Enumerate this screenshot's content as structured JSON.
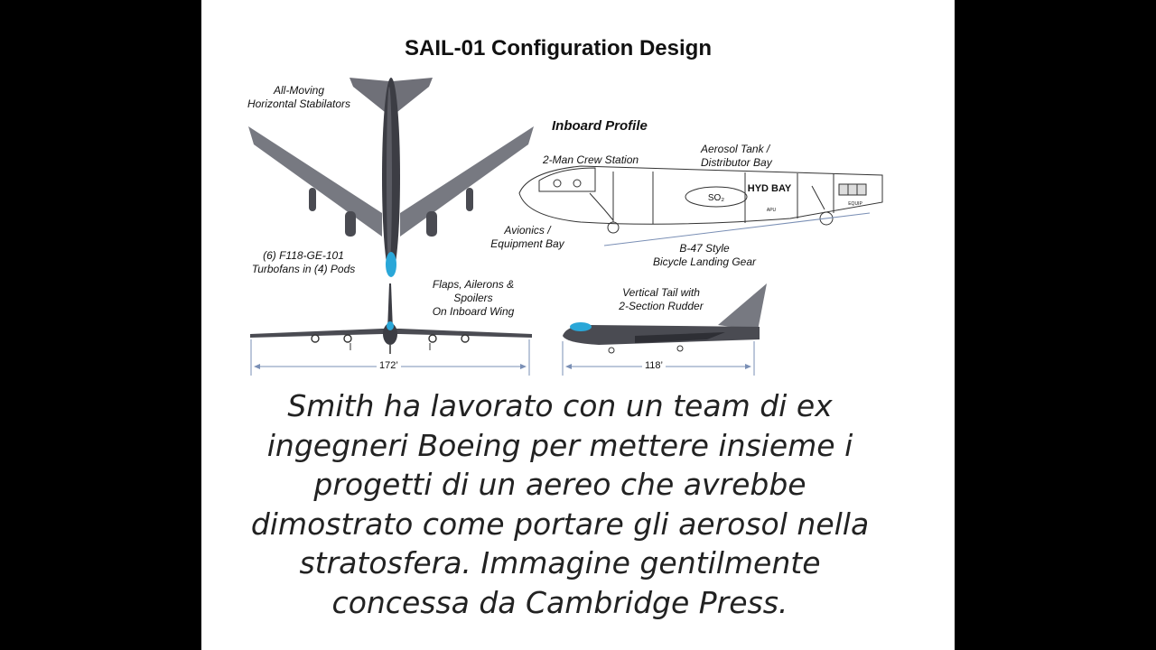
{
  "diagram": {
    "title": "SAIL-01 Configuration Design",
    "labels": {
      "stabilizers": [
        "All-Moving",
        "Horizontal Stabilators"
      ],
      "engines": [
        "(6) F118-GE-101",
        "Turbofans in (4) Pods"
      ],
      "flaps": [
        "Flaps, Ailerons &",
        "Spoilers",
        "On Inboard Wing"
      ],
      "inboard_profile": "Inboard Profile",
      "crew": "2-Man Crew Station",
      "aerosol": [
        "Aerosol Tank /",
        "Distributor Bay"
      ],
      "avionics": [
        "Avionics /",
        "Equipment Bay"
      ],
      "landing_gear": [
        "B-47 Style",
        "Bicycle Landing Gear"
      ],
      "tail": [
        "Vertical Tail with",
        "2-Section Rudder"
      ],
      "so2_tag": "SO₂",
      "hyd_bay": "HYD BAY",
      "apu": "APU",
      "equip": "EQUIP"
    },
    "dimensions": {
      "span": "172’",
      "length": "118’"
    }
  },
  "caption": {
    "lines": [
      "Smith ha lavorato con un team di ex",
      "ingegneri Boeing per mettere insieme i",
      "progetti di un aereo che avrebbe",
      "dimostrato come portare gli aerosol nella",
      "stratosfera. Immagine gentilmente",
      "concessa da Cambridge Press."
    ]
  },
  "colors": {
    "aircraft_gray": "#6f7078",
    "aircraft_dark": "#3c3d44",
    "canopy_blue": "#2aa7d8",
    "background": "#ffffff",
    "letterbox": "#000000"
  }
}
